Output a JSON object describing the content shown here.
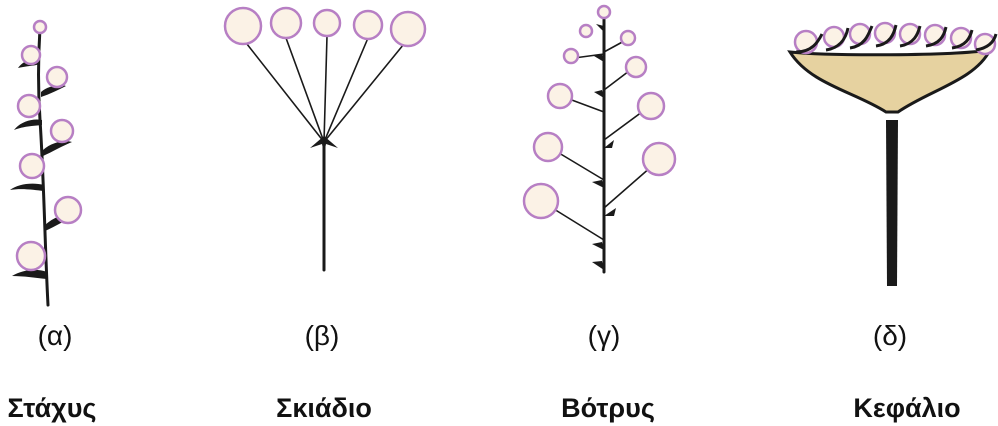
{
  "colors": {
    "flower_fill": "#fbf2e6",
    "flower_stroke": "#b77fc4",
    "receptacle_fill": "#e6d2a0",
    "stem": "#1a1a1a"
  },
  "panels": [
    {
      "id": "spike",
      "letter": "(α)",
      "name": "Στάχυς"
    },
    {
      "id": "umbel",
      "letter": "(β)",
      "name": "Σκιάδιο"
    },
    {
      "id": "raceme",
      "letter": "(γ)",
      "name": "Βότρυς"
    },
    {
      "id": "head",
      "letter": "(δ)",
      "name": "Κεφάλιο"
    }
  ]
}
